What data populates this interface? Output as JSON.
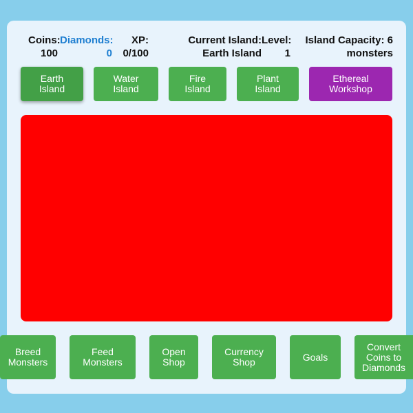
{
  "stats": {
    "coins_label": "Coins:",
    "coins_value": "100",
    "diamonds_label": "Diamonds:",
    "diamonds_value": "0",
    "xp_label": "XP:",
    "xp_value": "0/100",
    "island_label": "Current Island:",
    "island_value": "Earth Island",
    "level_label": "Level:",
    "level_value": "1",
    "capacity_line1": "Island Capacity: 6",
    "capacity_line2": "monsters"
  },
  "islands": [
    {
      "label": "Earth\nIsland",
      "active": true
    },
    {
      "label": "Water\nIsland",
      "active": false
    },
    {
      "label": "Fire\nIsland",
      "active": false
    },
    {
      "label": "Plant\nIsland",
      "active": false
    },
    {
      "label": "Ethereal\nWorkshop",
      "active": false
    }
  ],
  "scene": {
    "color": "#ff0000"
  },
  "actions": [
    {
      "label": "Breed\nMonsters"
    },
    {
      "label": "Feed\nMonsters"
    },
    {
      "label": "Open\nShop"
    },
    {
      "label": "Currency\nShop"
    },
    {
      "label": "Goals"
    },
    {
      "label": "Convert\nCoins to\nDiamonds"
    }
  ],
  "colors": {
    "background": "#87ceeb",
    "panel": "#e8f3fc",
    "button_green": "#4caf50",
    "button_purple": "#9c27b0",
    "diamonds_text": "#1f7fd1"
  }
}
